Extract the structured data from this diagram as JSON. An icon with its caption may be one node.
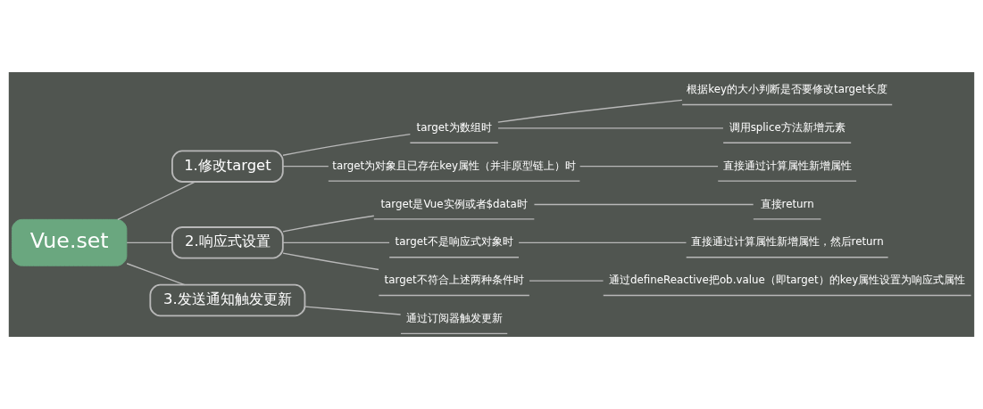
{
  "diagram": {
    "nodes": [
      {
        "text": [
          "Vue.set"
        ]
      },
      {
        "text": [
          "1.修改target"
        ]
      },
      {
        "text": [
          "target为数组时"
        ]
      },
      {
        "text": [
          "根据key的大小判断是否要修改target长度"
        ]
      },
      {
        "text": [
          "调用splice方法新增元素"
        ]
      },
      {
        "text": [
          "target为对象且已存在key属性（并非原型链上）时"
        ]
      },
      {
        "text": [
          "直接通过计算属性新增属性"
        ]
      },
      {
        "text": [
          "2.响应式设置"
        ]
      },
      {
        "text": [
          "target是Vue实例或者$data时"
        ]
      },
      {
        "text": [
          "直接return"
        ]
      },
      {
        "text": [
          "target不是响应式对象时"
        ]
      },
      {
        "text": [
          "直接通过计算属性新增属性，然后return"
        ]
      },
      {
        "text": [
          "target不符合上述两种条件时"
        ]
      },
      {
        "text": [
          "通过defineReactive把ob.value（即target）的key属性设置为响应式属性"
        ]
      },
      {
        "text": [
          "3.发送通知触发更新"
        ]
      },
      {
        "text": [
          "通过订阅器触发更新"
        ]
      }
    ],
    "edges": [
      {
        "from": 0,
        "to": 1,
        "arrow": "none"
      },
      {
        "from": 1,
        "to": 2,
        "arrow": "none"
      },
      {
        "from": 2,
        "to": 3,
        "arrow": "none"
      },
      {
        "from": 2,
        "to": 4,
        "arrow": "none"
      },
      {
        "from": 1,
        "to": 5,
        "arrow": "none"
      },
      {
        "from": 5,
        "to": 6,
        "arrow": "none"
      },
      {
        "from": 0,
        "to": 7,
        "arrow": "none"
      },
      {
        "from": 7,
        "to": 8,
        "arrow": "none"
      },
      {
        "from": 8,
        "to": 9,
        "arrow": "none"
      },
      {
        "from": 7,
        "to": 10,
        "arrow": "none"
      },
      {
        "from": 10,
        "to": 11,
        "arrow": "none"
      },
      {
        "from": 7,
        "to": 12,
        "arrow": "none"
      },
      {
        "from": 12,
        "to": 13,
        "arrow": "none"
      },
      {
        "from": 0,
        "to": 14,
        "arrow": "none"
      },
      {
        "from": 14,
        "to": 15,
        "arrow": "none"
      }
    ]
  }
}
